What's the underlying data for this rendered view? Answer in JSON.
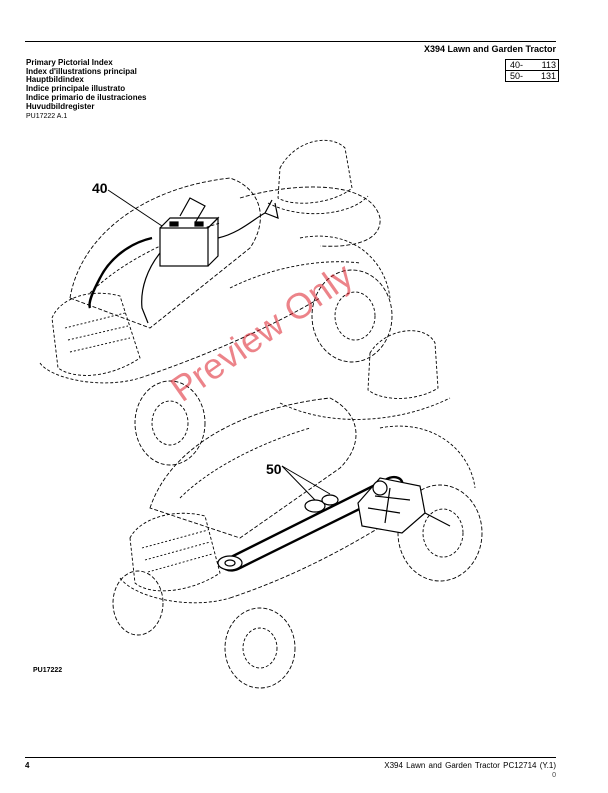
{
  "header": {
    "title": "X394 Lawn and Garden Tractor"
  },
  "index_titles": [
    "Primary Pictorial Index",
    "Index d'illustrations principal",
    "Hauptbildindex",
    "Indice principale illustrato",
    "Indice primario de ilustraciones",
    "Huvudbildregister"
  ],
  "page_refs": [
    {
      "group": "40-",
      "page": "113"
    },
    {
      "group": "50-",
      "page": "131"
    }
  ],
  "ref_code": "PU17222 A.1",
  "figure": {
    "callouts": [
      "40",
      "50"
    ],
    "id": "PU17222",
    "watermark": "Preview Only"
  },
  "footer": {
    "page_number": "4",
    "text": "X394 Lawn and Garden Tractor   PC12714   (Y.1)",
    "extra": "0"
  }
}
